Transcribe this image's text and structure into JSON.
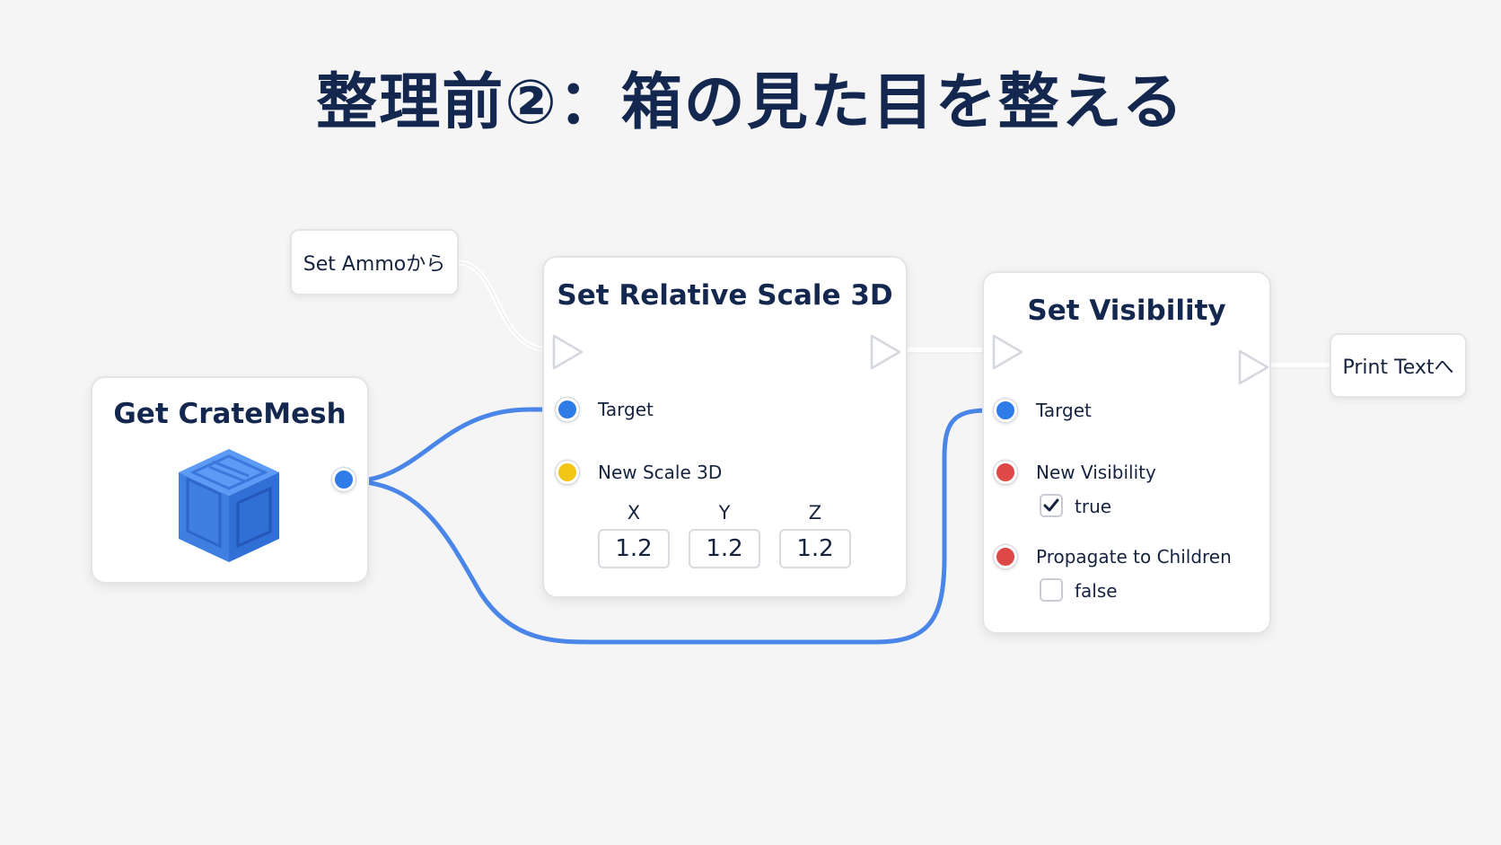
{
  "title": "整理前②：箱の見た目を整える",
  "tags": {
    "from": "Set Ammoから",
    "to": "Print Textへ"
  },
  "get_node": {
    "title": "Get CrateMesh",
    "icon": "crate-cube-icon"
  },
  "scale_node": {
    "title": "Set Relative Scale 3D",
    "target_label": "Target",
    "scale_label": "New Scale 3D",
    "axes": [
      "X",
      "Y",
      "Z"
    ],
    "values": [
      "1.2",
      "1.2",
      "1.2"
    ]
  },
  "visibility_node": {
    "title": "Set Visibility",
    "target_label": "Target",
    "visibility_label": "New Visibility",
    "visibility_value": "true",
    "visibility_checked": true,
    "propagate_label": "Propagate to Children",
    "propagate_value": "false",
    "propagate_checked": false
  },
  "colors": {
    "object_pin": "#2f7be8",
    "vector_pin": "#f3c515",
    "bool_pin": "#e04848",
    "wire": "#4a86e8",
    "title": "#14284f"
  }
}
